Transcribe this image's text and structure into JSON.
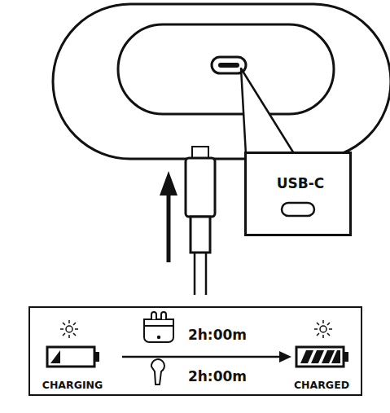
{
  "diagram": {
    "nodes": [
      {
        "text": [
          "USB-C"
        ]
      },
      {
        "text": [
          "CHARGING",
          "2h:00m",
          "2h:00m",
          "CHARGED"
        ]
      }
    ]
  }
}
